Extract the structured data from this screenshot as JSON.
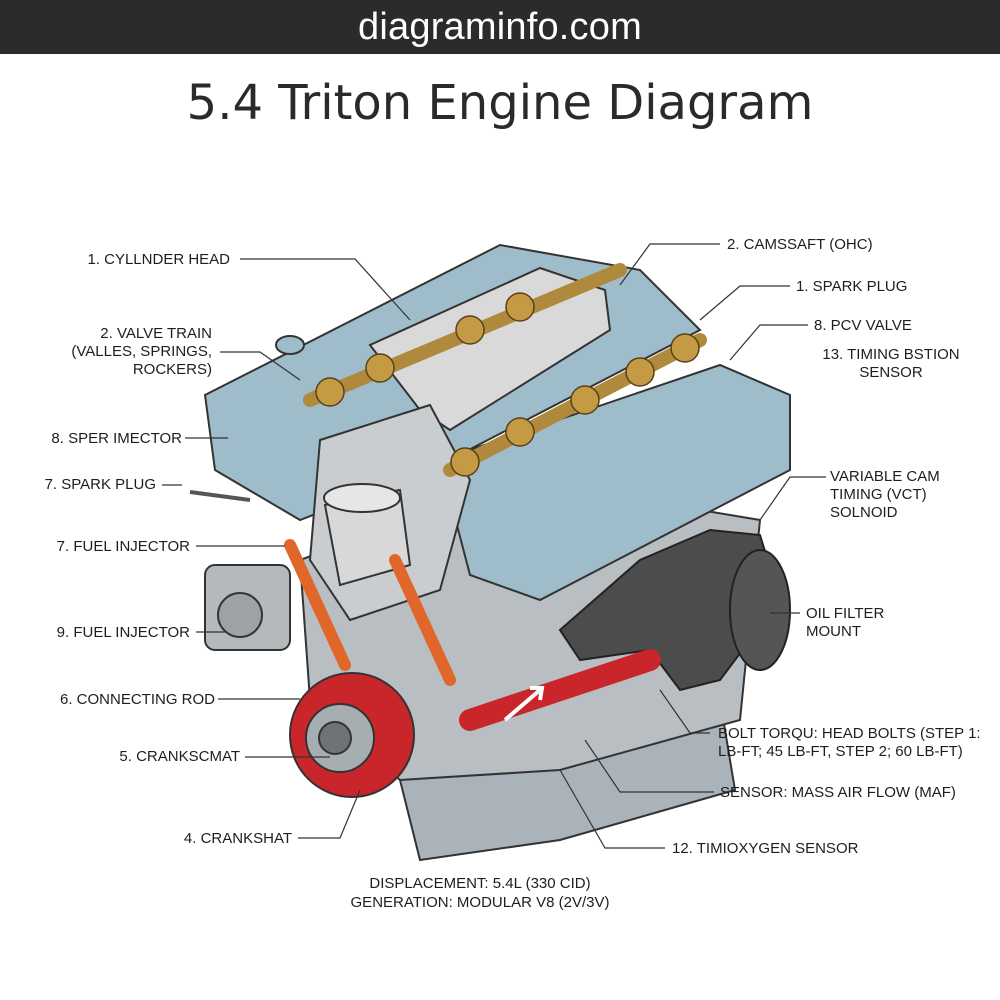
{
  "header": {
    "site": "diagraminfo.com"
  },
  "title": "5.4 Triton Engine Diagram",
  "labels": {
    "cylinder_head": "1. CYLLNDER HEAD",
    "valve_train": "2. VALVE TRAIN\n(VALLES, SPRINGS,\nROCKERS)",
    "sper_injector": "8. SPER IMECTOR",
    "spark_plug_left": "7. SPARK PLUG",
    "fuel_injector_7": "7. FUEL INJECTOR",
    "fuel_injector_9": "9. FUEL INJECTOR",
    "connecting_rod": "6. CONNECTING ROD",
    "crankscmat": "5. CRANKSCMAT",
    "crankshat": "4. CRANKSHAT",
    "camshaft": "2. CAMSSAFT (OHC)",
    "spark_plug_right": "1. SPARK PLUG",
    "pcv_valve": "8. PCV VALVE",
    "timing_sensor": "13. TIMING BSTION\nSENSOR",
    "vct_solenoid": "VARIABLE CAM\nTIMING (VCT) SOLNOID",
    "oil_filter": "OIL FILTER\nMOUNT",
    "bolt_torque": "BOLT TORQU: HEAD BOLTS (STEP 1:\nLB-FT; 45 LB-FT, STEP 2; 60 LB-FT)",
    "maf_sensor": "SENSOR: MASS AIR FLOW (MAF)",
    "oxygen_sensor": "12. TIMIOXYGEN SENSOR"
  },
  "footer": {
    "displacement": "DISPLACEMENT: 5.4L (330 CID)",
    "generation": "GENERATION: MODULAR V8 (2V/3V)"
  },
  "colors": {
    "engine_blue": "#9fbccb",
    "engine_blue_dark": "#7f9fb0",
    "block_gray": "#b9bec2",
    "brass": "#b08a3c",
    "red": "#c8262a",
    "rod_orange": "#e0662a",
    "manifold": "#4c4c4c"
  }
}
